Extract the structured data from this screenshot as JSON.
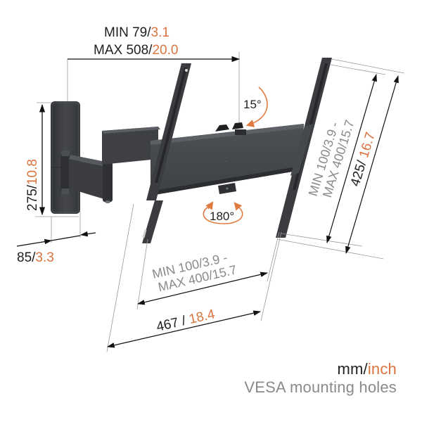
{
  "colors": {
    "orange": "#d9743f",
    "dark_text": "#1e1e1e",
    "grey_text": "#8a8a8a",
    "mount_dark": "#3b3d40",
    "mount_mid": "#4a4c50",
    "mount_light": "#5a5d61",
    "line": "#222222",
    "ext_line": "#9a9a9a"
  },
  "dimensions": {
    "extension": {
      "line1_mm": "MIN 79/",
      "line1_in": "3.1",
      "line2_mm": "MAX 508/",
      "line2_in": "20.0"
    },
    "wall_plate_height": {
      "mm": "275/",
      "in": "10.8"
    },
    "wall_plate_depth": {
      "mm": "85/",
      "in": "3.3"
    },
    "vesa_horizontal": {
      "line1": "MIN 100/3.9 -",
      "line2": "MAX 400/15.7"
    },
    "overall_width": {
      "mm": "467 / ",
      "in": "18.4"
    },
    "vesa_vertical": {
      "line1": "MIN 100/3.9 -",
      "line2": "MAX 400/15.7"
    },
    "overall_height": {
      "mm": "425/ ",
      "in": "16.7"
    }
  },
  "angles": {
    "tilt": "15°",
    "rotation": "180°"
  },
  "legend": {
    "units_mm": "mm/",
    "units_in": "inch",
    "vesa_label": "VESA mounting holes"
  }
}
